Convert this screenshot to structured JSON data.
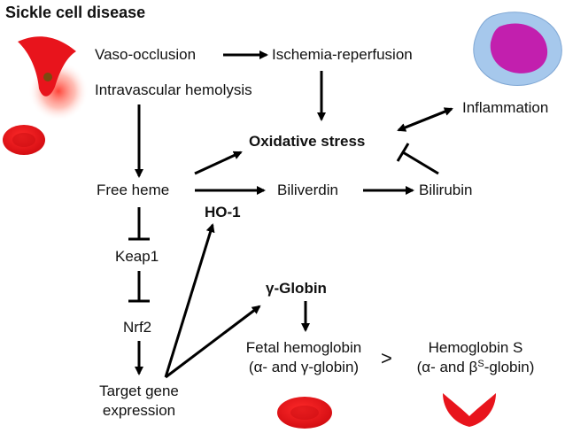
{
  "title": "Sickle cell disease",
  "nodes": {
    "vaso_occlusion": "Vaso-occlusion",
    "ischemia_reperfusion": "Ischemia-reperfusion",
    "intravascular_hemolysis": "Intravascular hemolysis",
    "inflammation": "Inflammation",
    "oxidative_stress": "Oxidative stress",
    "free_heme": "Free heme",
    "biliverdin": "Biliverdin",
    "bilirubin": "Bilirubin",
    "ho1": "HO-1",
    "keap1": "Keap1",
    "nrf2": "Nrf2",
    "gamma_globin": "γ-Globin",
    "target_gene_line1": "Target gene",
    "target_gene_line2": "expression",
    "fetal_hb_line1": "Fetal hemoglobin",
    "fetal_hb_line2": "(α- and γ-globin)",
    "greater_than": ">",
    "hbs_line1": "Hemoglobin S",
    "hbs_line2_prefix": "(α- and β",
    "hbs_line2_sup": "S",
    "hbs_line2_suffix": "-globin)"
  },
  "colors": {
    "rbc_red": "#e8141c",
    "cell_outer": "#a6c8ec",
    "cell_nucleus": "#c21fae",
    "heme_glow": "#ff6a5a",
    "arrow": "#000000"
  },
  "icons": [
    "sickle-cell-icon",
    "heme-glow-icon",
    "red-blood-cell-icon",
    "inflammatory-cell-icon",
    "sickle-cell-icon"
  ]
}
